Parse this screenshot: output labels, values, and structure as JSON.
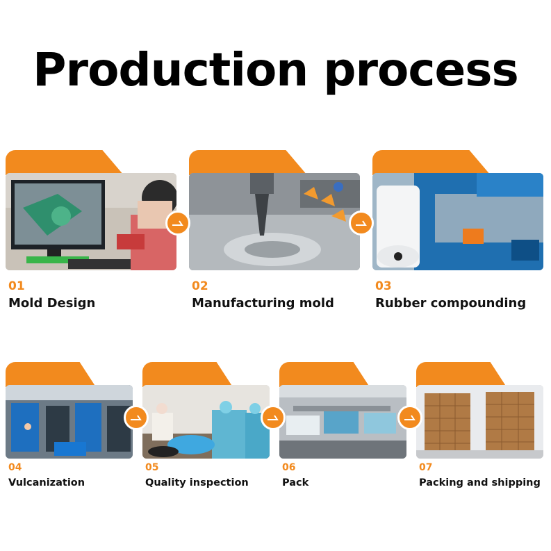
{
  "title": "Production process",
  "colors": {
    "accent": "#f28a1e",
    "text": "#111111"
  },
  "steps": [
    {
      "number": "01",
      "label": "Mold Design",
      "photo": "engineer-cad-monitor"
    },
    {
      "number": "02",
      "label": "Manufacturing mold",
      "photo": "cnc-milling-mold"
    },
    {
      "number": "03",
      "label": "Rubber compounding",
      "photo": "rubber-roll-machine"
    },
    {
      "number": "04",
      "label": "Vulcanization",
      "photo": "vulcanization-workshop"
    },
    {
      "number": "05",
      "label": "Quality inspection",
      "photo": "workers-inspection"
    },
    {
      "number": "06",
      "label": "Pack",
      "photo": "packaging-boxes-wall"
    },
    {
      "number": "07",
      "label": "Packing and shipping",
      "photo": "cartons-pallets"
    }
  ],
  "connector_icon": "arrow-right-icon"
}
